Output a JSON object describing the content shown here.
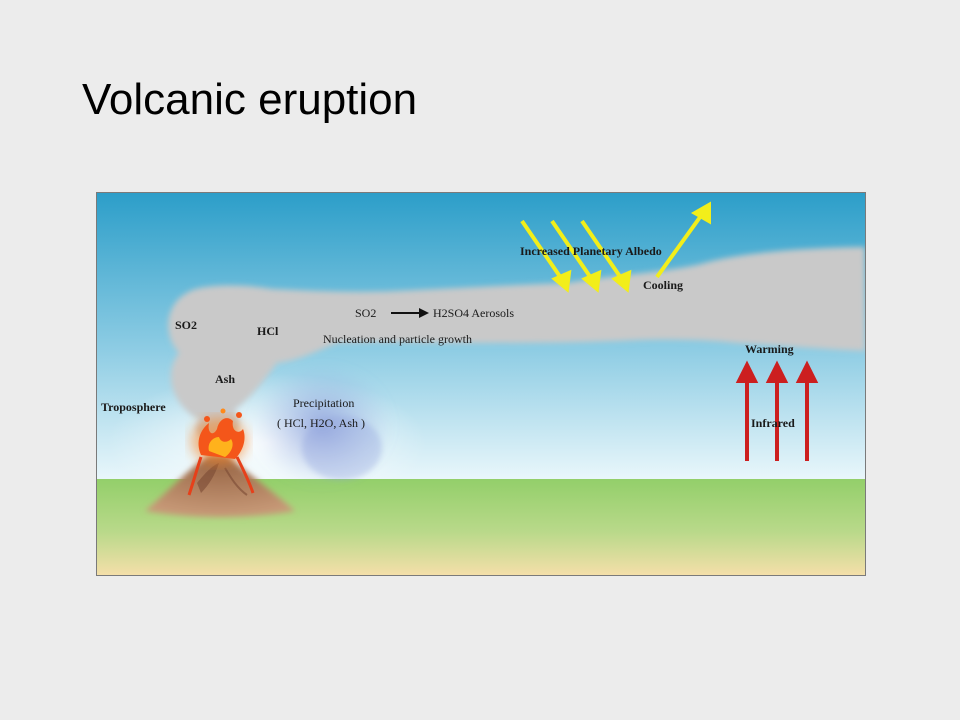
{
  "slide": {
    "title": "Volcanic eruption"
  },
  "diagram": {
    "labels": {
      "albedo": "Increased Planetary Albedo",
      "cooling": "Cooling",
      "so2_top": "SO2",
      "h2so4": "H2SO4 Aerosols",
      "so2_left": "SO2",
      "hcl": "HCl",
      "nucleation": "Nucleation and particle growth",
      "ash": "Ash",
      "troposphere": "Troposphere",
      "precipitation": "Precipitation",
      "precip_species": "( HCl, H2O, Ash )",
      "warming": "Warming",
      "infrared": "Infrared"
    },
    "colors": {
      "sky_top": "#2c9ec9",
      "sky_bottom": "#e6f5fa",
      "ground": "#93cf6a",
      "ground_bottom": "#f4dfa9",
      "plume": "#c8c8c8",
      "sunlight_arrow": "#f2ee1a",
      "infrared_arrow": "#cc1f1f",
      "lava": "#f25a10",
      "volcano": "#a97a5a"
    },
    "icons": [
      "volcano-icon",
      "lava-fire-icon",
      "rain-icon",
      "arrow-right-icon",
      "arrow-up-icon"
    ]
  }
}
